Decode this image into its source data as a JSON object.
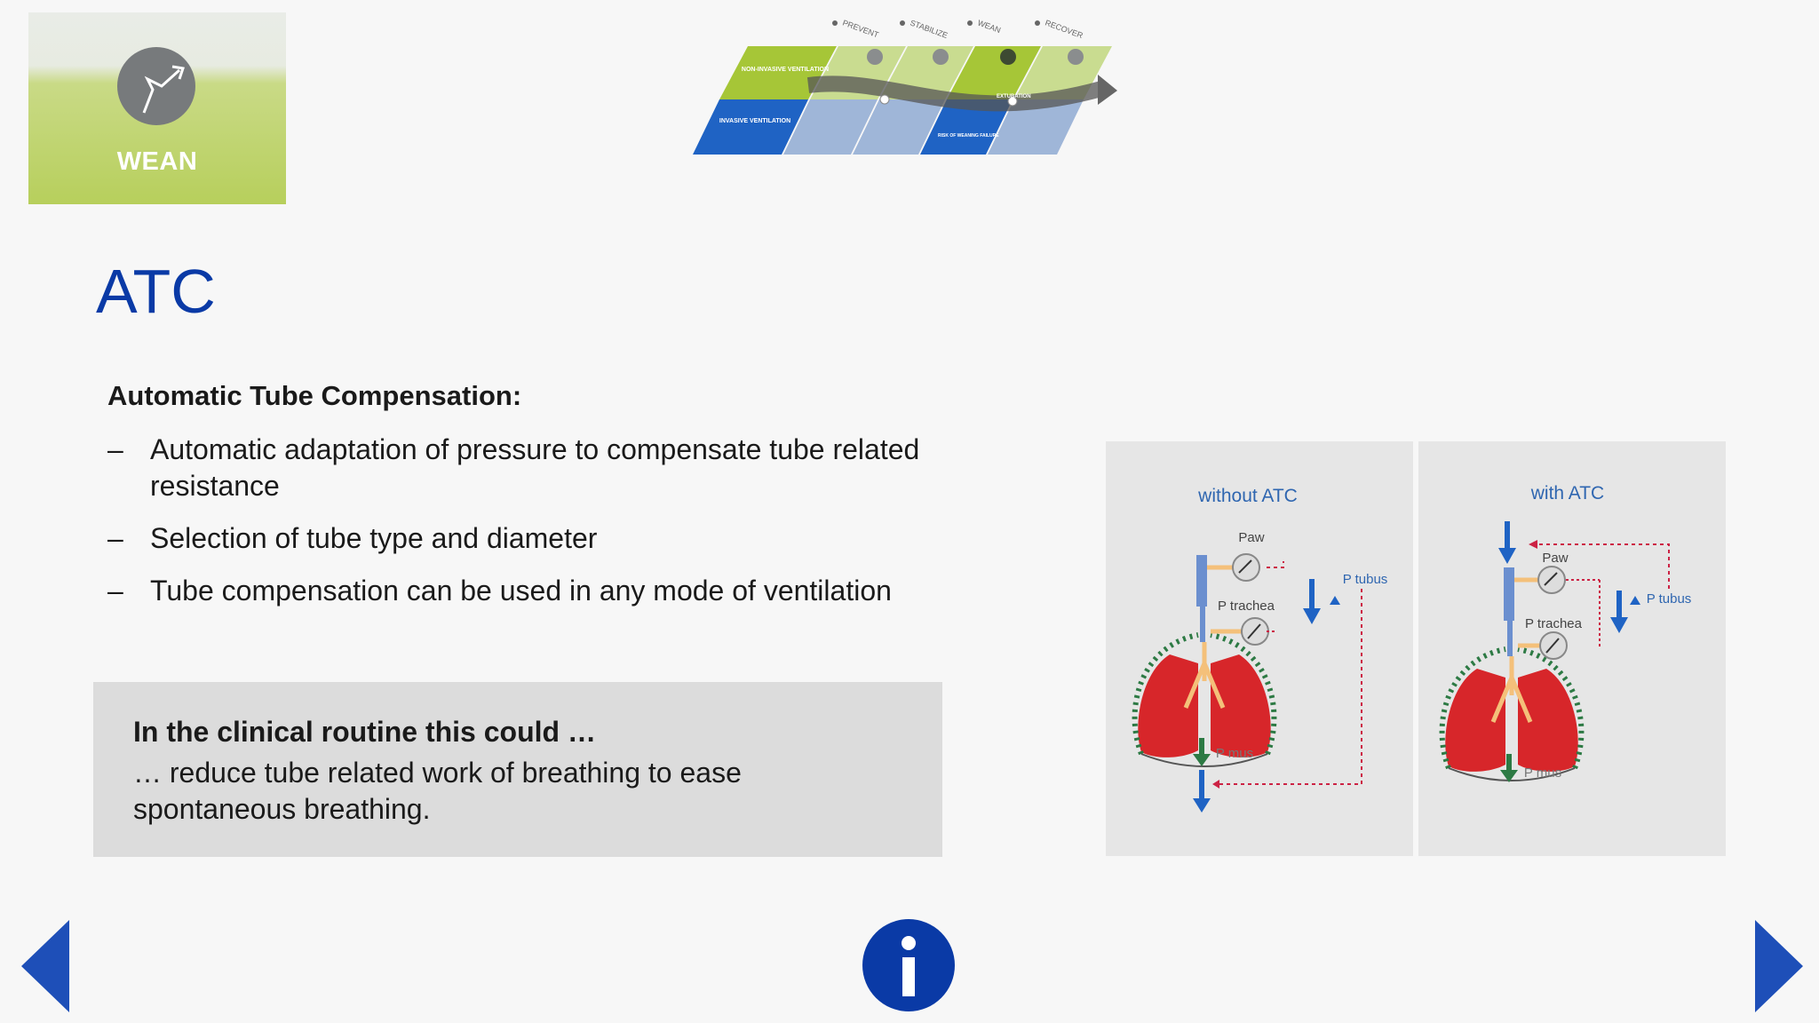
{
  "header": {
    "phase_tile_label": "WEAN",
    "overview": {
      "phases": [
        "PREVENT",
        "STABILIZE",
        "WEAN",
        "RECOVER"
      ],
      "rows": [
        "NON-INVASIVE VENTILATION",
        "INVASIVE VENTILATION"
      ],
      "annotations": [
        "EXTUBATION",
        "RISK OF WEANING FAILURE"
      ]
    }
  },
  "slide": {
    "title": "ATC",
    "subtitle": "Automatic Tube Compensation:",
    "bullets": [
      "Automatic adaptation of pressure to compensate tube related resistance",
      "Selection of tube type and diameter",
      "Tube compensation can be used in any mode of ventilation"
    ],
    "bullet_marker": "–",
    "callout": {
      "title": "In the clinical routine this could …",
      "body": "… reduce tube related work of breathing to ease spontaneous breathing."
    }
  },
  "diagrams": {
    "without": {
      "title": "without ATC",
      "paw": "Paw",
      "ptrachea": "P trachea",
      "ptubus": "P tubus",
      "pmus": "P mus"
    },
    "with": {
      "title": "with ATC",
      "paw": "Paw",
      "ptrachea": "P trachea",
      "ptubus": "P tubus",
      "pmus": "P mus"
    }
  },
  "navigation": {
    "prev_icon": "triangle-left-icon",
    "next_icon": "triangle-right-icon",
    "info_icon": "info-icon"
  },
  "colors": {
    "brand_blue": "#0a3aa6",
    "nav_blue": "#1e4fb8",
    "lime": "#a6c637",
    "lung_red": "#d7262a"
  }
}
